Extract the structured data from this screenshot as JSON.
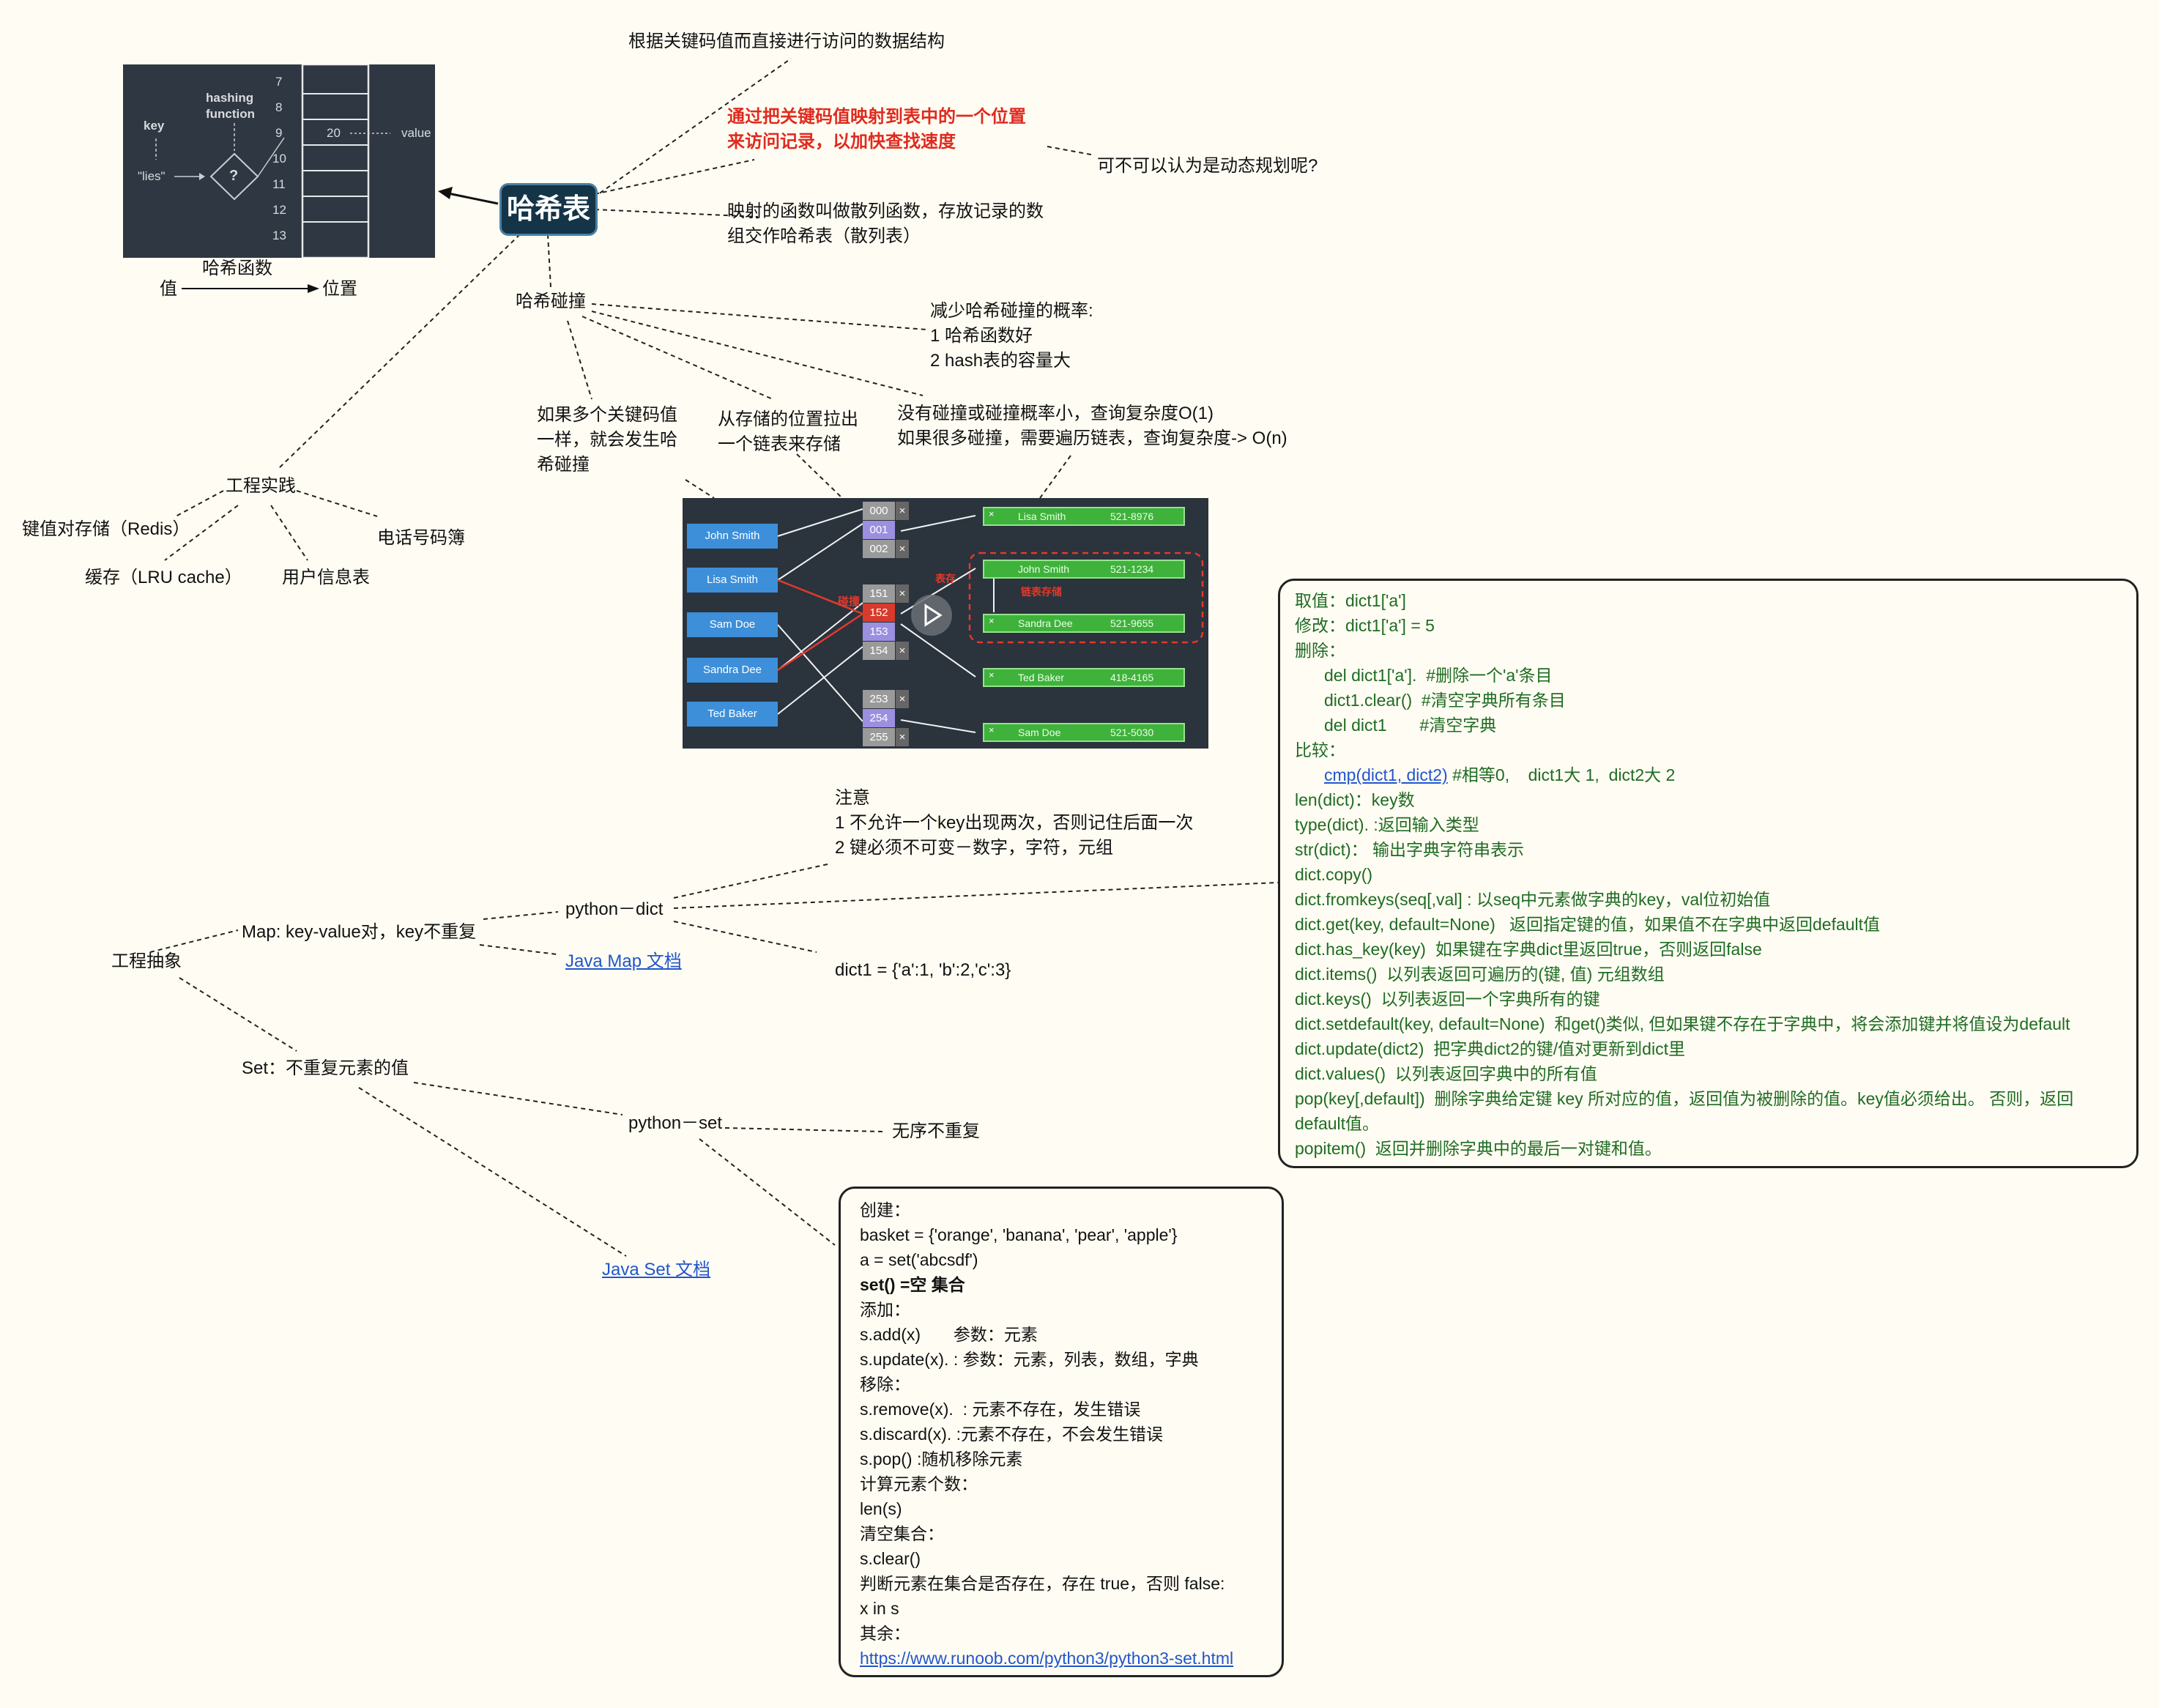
{
  "central": "哈希表",
  "definition": "根据关键码值而直接进行访问的数据结构",
  "mapping_text": [
    "通过把关键码值映射到表中的一个位置",
    "来访问记录，以加快查找速度"
  ],
  "dynamic_question": "可不可以认为是动态规划呢?",
  "hash_func_text": [
    "映射的函数叫做散列函数，存放记录的数",
    "组交作哈希表（散列表）"
  ],
  "hash_diagram": {
    "key_label": "key",
    "key_value": "\"lies\"",
    "func_label_1": "hashing",
    "func_label_2": "function",
    "func_symbol": "?",
    "rows": [
      "7",
      "8",
      "9",
      "10",
      "11",
      "12",
      "13"
    ],
    "stored": "20",
    "value_label": "value"
  },
  "caption": {
    "func": "哈希函数",
    "from": "值",
    "to": "位置"
  },
  "collision": {
    "title": "哈希碰撞",
    "reduce": [
      "减少哈希碰撞的概率:",
      "1 哈希函数好",
      "2 hash表的容量大"
    ],
    "same_key": [
      "如果多个关键码值",
      "一样，就会发生哈",
      "希碰撞"
    ],
    "chain": [
      "从存储的位置拉出",
      "一个链表来存储"
    ],
    "complexity": [
      "没有碰撞或碰撞概率小，查询复杂度O(1)",
      "如果很多碰撞，需要遍历链表，查询复杂度-> O(n)"
    ]
  },
  "chain_diagram": {
    "names": [
      "John Smith",
      "Lisa Smith",
      "Sam Doe",
      "Sandra Dee",
      "Ted Baker"
    ],
    "buckets_top": [
      "000",
      "001",
      "002"
    ],
    "buckets_mid": [
      "151",
      "152",
      "153",
      "154"
    ],
    "buckets_bot": [
      "253",
      "254",
      "255"
    ],
    "entries": [
      {
        "name": "Lisa Smith",
        "phone": "521-8976"
      },
      {
        "name": "John Smith",
        "phone": "521-1234"
      },
      {
        "name": "Sandra Dee",
        "phone": "521-9655"
      },
      {
        "name": "Ted Baker",
        "phone": "418-4165"
      },
      {
        "name": "Sam Doe",
        "phone": "521-5030"
      }
    ],
    "marks": {
      "collision": "碰撞",
      "chain": "链表存储",
      "chain_short": "表存",
      "x": "×"
    }
  },
  "practice": {
    "title": "工程实践",
    "items": [
      "键值对存储（Redis）",
      "电话号码簿",
      "缓存（LRU cache）",
      "用户信息表"
    ]
  },
  "abstraction": {
    "title": "工程抽象",
    "map": "Map: key-value对，key不重复",
    "python_dict": "python－dict",
    "java_map": "Java Map 文档",
    "notes": [
      "注意",
      "1 不允许一个key出现两次，否则记住后面一次",
      "2 键必须不可变－数字，字符，元组"
    ],
    "dict_example": "dict1 = {'a':1, 'b':2,'c':3}",
    "set": "Set：不重复元素的值",
    "python_set": "python－set",
    "unordered": "无序不重复",
    "java_set": "Java Set 文档"
  },
  "dict_box": [
    {
      "text": "取值：dict1['a']",
      "indent": false
    },
    {
      "text": "修改：dict1['a'] = 5",
      "indent": false
    },
    {
      "text": "删除：",
      "indent": false
    },
    {
      "text": "del dict1['a'].  #删除一个'a'条目",
      "indent": true
    },
    {
      "text": "dict1.clear()  #清空字典所有条目",
      "indent": true
    },
    {
      "text": "del dict1       #清空字典",
      "indent": true
    },
    {
      "text": "比较：",
      "indent": false
    },
    {
      "text": "#相等0,    dict1大 1,  dict2大 2",
      "indent": true,
      "link": "cmp(dict1, dict2)"
    },
    {
      "text": "len(dict)：key数",
      "indent": false
    },
    {
      "text": "type(dict). :返回输入类型",
      "indent": false
    },
    {
      "text": "str(dict)： 输出字典字符串表示",
      "indent": false
    },
    {
      "text": "dict.copy()",
      "indent": false
    },
    {
      "text": "dict.fromkeys(seq[,val] : 以seq中元素做字典的key，val位初始值",
      "indent": false
    },
    {
      "text": "dict.get(key, default=None)   返回指定键的值，如果值不在字典中返回default值",
      "indent": false
    },
    {
      "text": "dict.has_key(key)  如果键在字典dict里返回true，否则返回false",
      "indent": false
    },
    {
      "text": "dict.items()  以列表返回可遍历的(键, 值) 元组数组",
      "indent": false
    },
    {
      "text": "dict.keys()  以列表返回一个字典所有的键",
      "indent": false
    },
    {
      "text": "dict.setdefault(key, default=None)  和get()类似, 但如果键不存在于字典中，将会添加键并将值设为default",
      "indent": false
    },
    {
      "text": "dict.update(dict2)  把字典dict2的键/值对更新到dict里",
      "indent": false
    },
    {
      "text": "dict.values()  以列表返回字典中的所有值",
      "indent": false
    },
    {
      "text": "pop(key[,default])  删除字典给定键 key 所对应的值，返回值为被删除的值。key值必须给出。 否则，返回",
      "indent": false
    },
    {
      "text": "default值。",
      "indent": false
    },
    {
      "text": "popitem()  返回并删除字典中的最后一对键和值。",
      "indent": false
    }
  ],
  "set_box": [
    {
      "text": "创建：",
      "bold": false
    },
    {
      "text": "basket = {'orange', 'banana', 'pear', 'apple'}",
      "bold": false
    },
    {
      "text": "a = set('abcsdf')",
      "bold": false
    },
    {
      "text": "set() =空 集合",
      "bold": true
    },
    {
      "text": "添加：",
      "bold": false
    },
    {
      "text": "s.add(x)       参数：元素",
      "bold": false
    },
    {
      "text": "s.update(x). : 参数：元素，列表，数组，字典",
      "bold": false
    },
    {
      "text": "移除：",
      "bold": false
    },
    {
      "text": "s.remove(x).  : 元素不存在，发生错误",
      "bold": false
    },
    {
      "text": "s.discard(x). :元素不存在，不会发生错误",
      "bold": false
    },
    {
      "text": "s.pop() :随机移除元素",
      "bold": false
    },
    {
      "text": "计算元素个数：",
      "bold": false
    },
    {
      "text": "len(s)",
      "bold": false
    },
    {
      "text": "清空集合：",
      "bold": false
    },
    {
      "text": "s.clear()",
      "bold": false
    },
    {
      "text": "判断元素在集合是否存在，存在 true，否则 false:",
      "bold": false
    },
    {
      "text": "x in s",
      "bold": false
    },
    {
      "text": "其余：",
      "bold": false
    }
  ],
  "set_link": "https://www.runoob.com/python3/python3-set.html"
}
